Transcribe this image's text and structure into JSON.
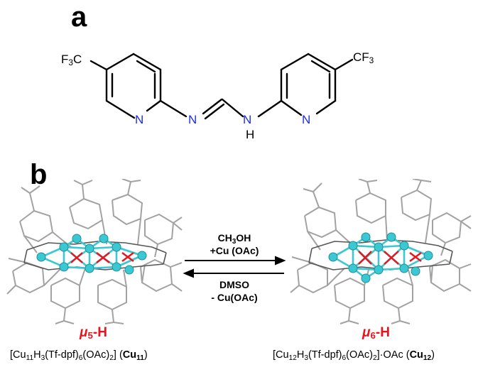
{
  "panel_a": {
    "label": "a",
    "atoms": {
      "f3c_left": "F3C",
      "cf3_right": "CF3",
      "n": "N",
      "nh": "NH"
    }
  },
  "panel_b": {
    "label": "b",
    "forward_line1": "CH3OH",
    "forward_line2": "+Cu (OAc)",
    "reverse_line1": "DMSO",
    "reverse_line2": "- Cu(OAc)",
    "left_mu_label": "μ5-H",
    "right_mu_label": "μ6-H",
    "left_formula": "[Cu11H3(Tf-dpf)6(OAc)2] (Cu11)",
    "right_formula": "[Cu12H3(Tf-dpf)6(OAc)2]·OAc (Cu12)"
  },
  "colors": {
    "nitrogen": "#1a2fe0",
    "hydride": "#e8141e",
    "copper": "#3cc8d2",
    "ligand": "#9a9a9a"
  }
}
